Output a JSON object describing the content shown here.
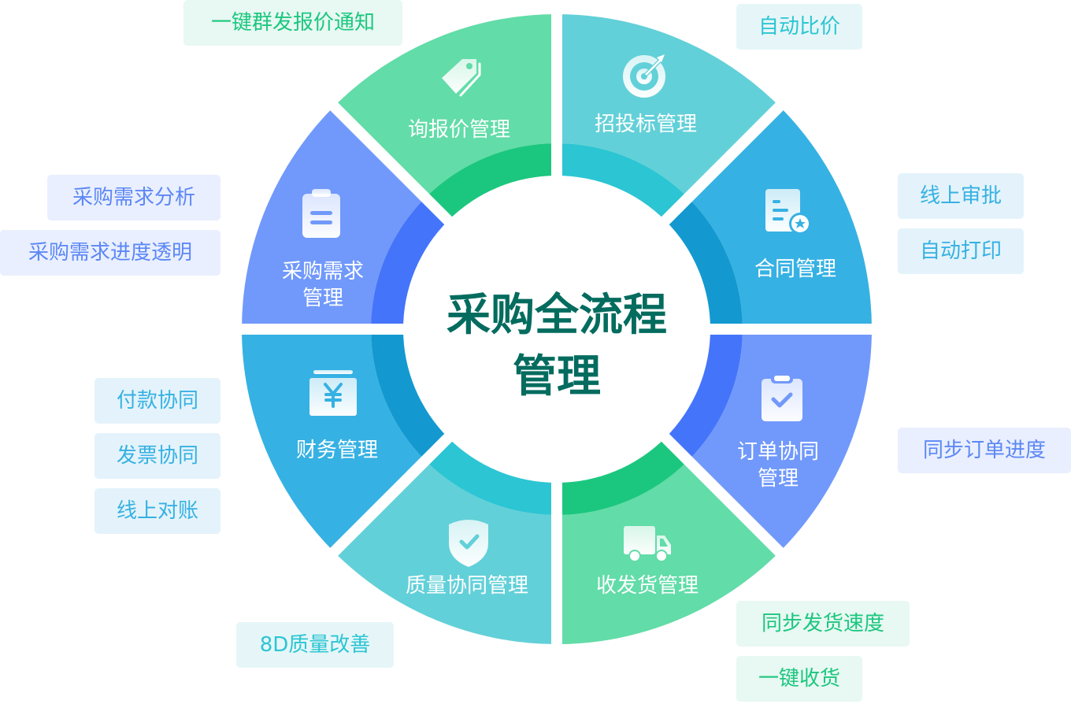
{
  "center": {
    "line1": "采购全流程",
    "line2": "管理",
    "color": "#046C5F"
  },
  "sectors": [
    {
      "id": "bidding",
      "label": "招投标管理",
      "icon": "target-icon",
      "color": "#62D0D8",
      "dark": "#2CC5D3"
    },
    {
      "id": "contract",
      "label": "合同管理",
      "icon": "contract-document-star-icon",
      "color": "#36B1E3",
      "dark": "#1399D0"
    },
    {
      "id": "order",
      "label_line1": "订单协同",
      "label_line2": "管理",
      "icon": "clipboard-check-icon",
      "color": "#7199FB",
      "dark": "#4474FA"
    },
    {
      "id": "shipping",
      "label": "收发货管理",
      "icon": "truck-icon",
      "color": "#62DCA8",
      "dark": "#1BC77E"
    },
    {
      "id": "quality",
      "label": "质量协同管理",
      "icon": "shield-check-icon",
      "color": "#62D0D8",
      "dark": "#2CC5D3"
    },
    {
      "id": "finance",
      "label": "财务管理",
      "icon": "yen-wallet-icon",
      "color": "#36B1E3",
      "dark": "#1399D0"
    },
    {
      "id": "demand",
      "label_line1": "采购需求",
      "label_line2": "管理",
      "icon": "clipboard-list-icon",
      "color": "#7199FB",
      "dark": "#4474FA"
    },
    {
      "id": "inquiry",
      "label": "询报价管理",
      "icon": "price-tag-icon",
      "color": "#62DCA8",
      "dark": "#1BC77E"
    }
  ],
  "tags": {
    "inquiry": [
      "一键群发报价通知"
    ],
    "bidding": [
      "自动比价"
    ],
    "contract": [
      "线上审批",
      "自动打印"
    ],
    "order": [
      "同步订单进度"
    ],
    "shipping": [
      "同步发货速度",
      "一键收货"
    ],
    "quality": [
      "8D质量改善"
    ],
    "finance": [
      "付款协同",
      "发票协同",
      "线上对账"
    ],
    "demand": [
      "采购需求分析",
      "采购需求进度透明"
    ]
  }
}
